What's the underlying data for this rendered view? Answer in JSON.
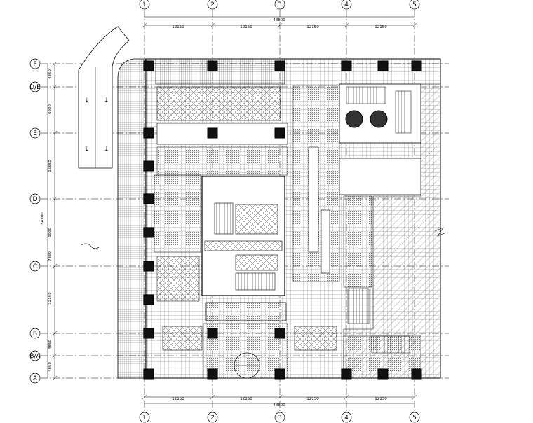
{
  "grid": {
    "columns": [
      "1",
      "2",
      "3",
      "4",
      "5"
    ],
    "rows": [
      "F",
      "D/E",
      "E",
      "D",
      "C",
      "B",
      "B/A",
      "A"
    ]
  },
  "dimensions": {
    "top_bays": [
      "12150",
      "12150",
      "12150",
      "12150"
    ],
    "top_total": "48600",
    "bottom_bays": [
      "12150",
      "12150",
      "12150",
      "12150"
    ],
    "bottom_total": "48600",
    "left_bays": [
      "4850",
      "6900",
      "16650",
      "6000",
      "7350",
      "12150",
      "4850",
      "4850"
    ],
    "left_total": "54300"
  },
  "colors": {
    "line": "#000000",
    "background": "#ffffff"
  }
}
